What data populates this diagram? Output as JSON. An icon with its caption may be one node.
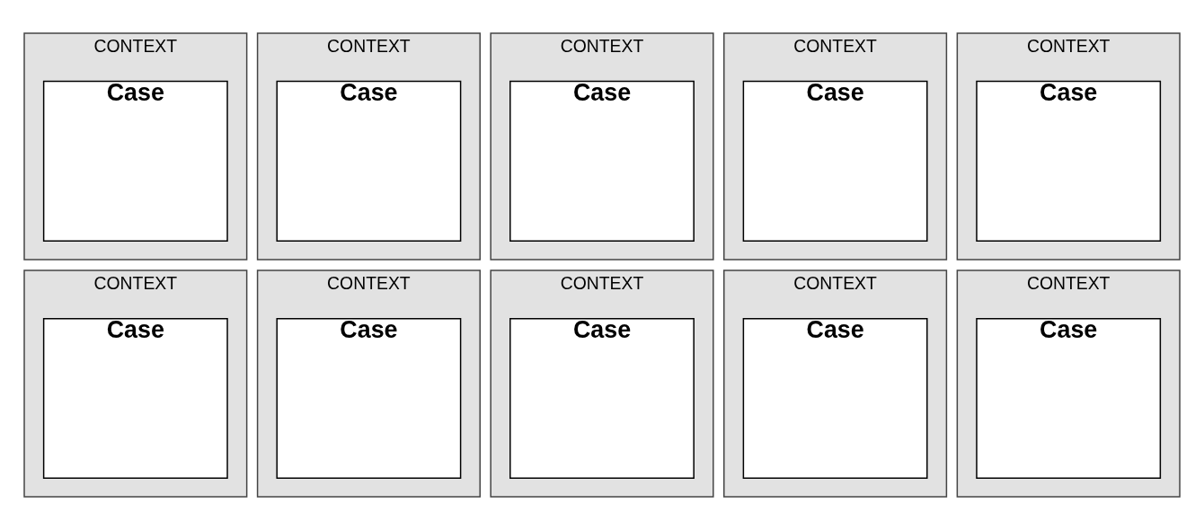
{
  "diagram": {
    "nodes": [
      {
        "text": [
          "CONTEXT"
        ]
      },
      {
        "text": [
          "Case"
        ],
        "in": 0
      },
      {
        "text": [
          "CONTEXT"
        ]
      },
      {
        "text": [
          "Case"
        ],
        "in": 2
      },
      {
        "text": [
          "CONTEXT"
        ]
      },
      {
        "text": [
          "Case"
        ],
        "in": 4
      },
      {
        "text": [
          "CONTEXT"
        ]
      },
      {
        "text": [
          "Case"
        ],
        "in": 6
      },
      {
        "text": [
          "CONTEXT"
        ]
      },
      {
        "text": [
          "Case"
        ],
        "in": 8
      },
      {
        "text": [
          "CONTEXT"
        ]
      },
      {
        "text": [
          "Case"
        ],
        "in": 10
      },
      {
        "text": [
          "CONTEXT"
        ]
      },
      {
        "text": [
          "Case"
        ],
        "in": 12
      },
      {
        "text": [
          "CONTEXT"
        ]
      },
      {
        "text": [
          "Case"
        ],
        "in": 14
      },
      {
        "text": [
          "CONTEXT"
        ]
      },
      {
        "text": [
          "Case"
        ],
        "in": 16
      },
      {
        "text": [
          "CONTEXT"
        ]
      },
      {
        "text": [
          "Case"
        ],
        "in": 18
      }
    ]
  }
}
